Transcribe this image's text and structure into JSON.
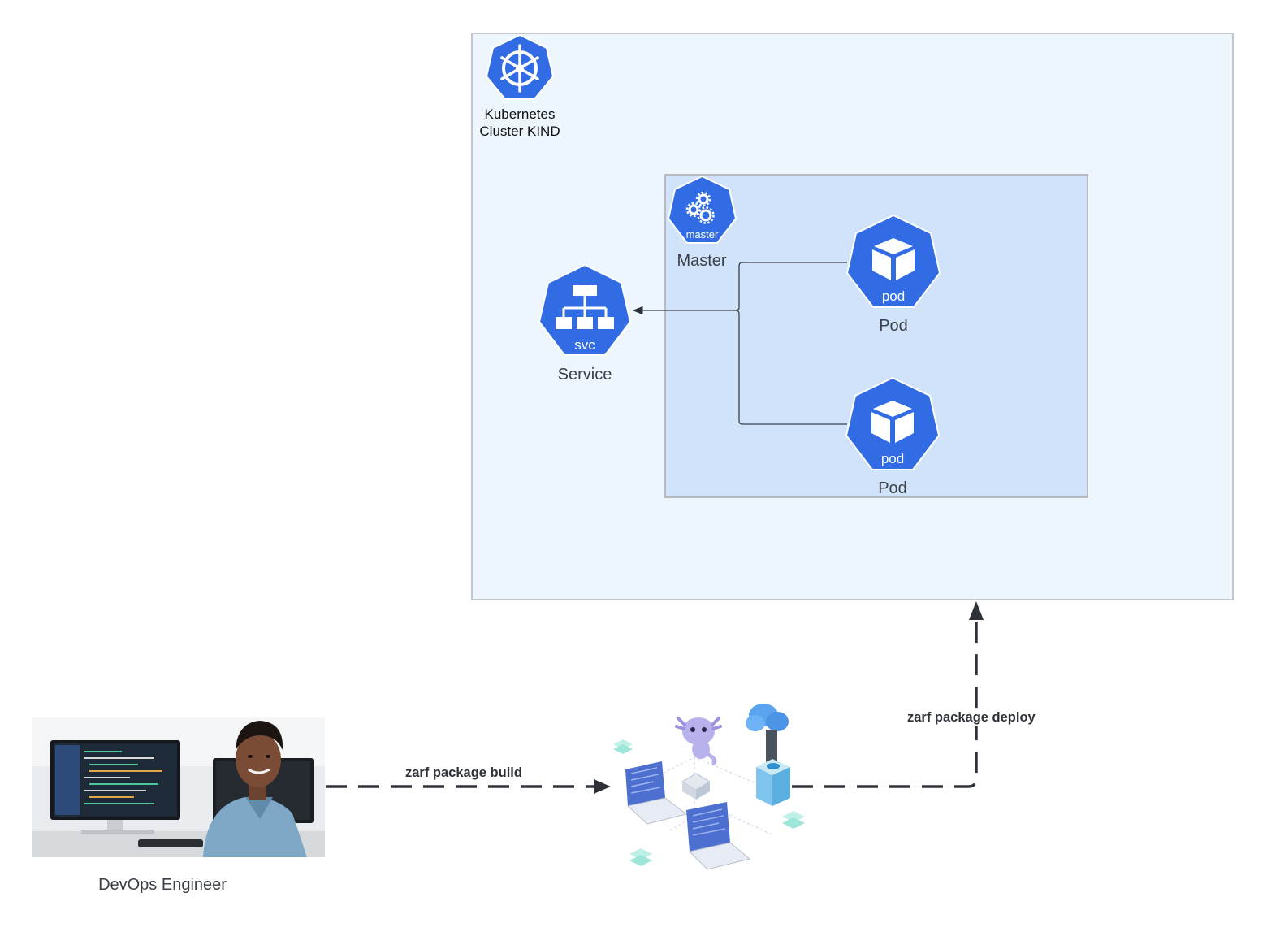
{
  "cluster": {
    "title": "Kubernetes Cluster KIND"
  },
  "master": {
    "icon_text": "master",
    "label": "Master"
  },
  "service": {
    "icon_text": "svc",
    "label": "Service"
  },
  "pods": [
    {
      "icon_text": "pod",
      "label": "Pod"
    },
    {
      "icon_text": "pod",
      "label": "Pod"
    }
  ],
  "engineer": {
    "label": "DevOps Engineer"
  },
  "edges": {
    "build": "zarf package build",
    "deploy": "zarf package deploy"
  },
  "colors": {
    "k8s_blue": "#326ce5",
    "cluster_bg": "#edf5fd",
    "master_bg": "#d0e3fa"
  }
}
